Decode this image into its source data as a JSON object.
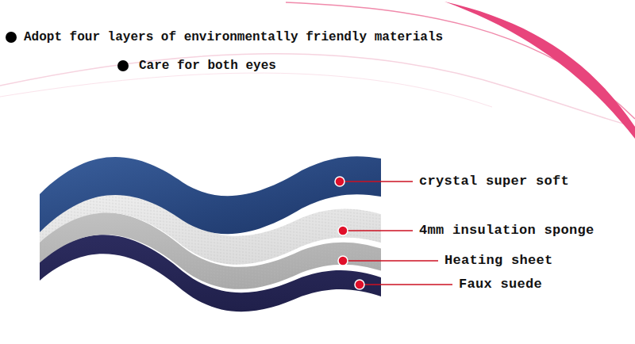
{
  "diagram": {
    "labels": [
      "Adopt four layers of environmentally friendly materials",
      "Care for both eyes",
      "crystal super soft",
      "4mm insulation sponge",
      "Heating sheet",
      "Faux suede"
    ]
  }
}
